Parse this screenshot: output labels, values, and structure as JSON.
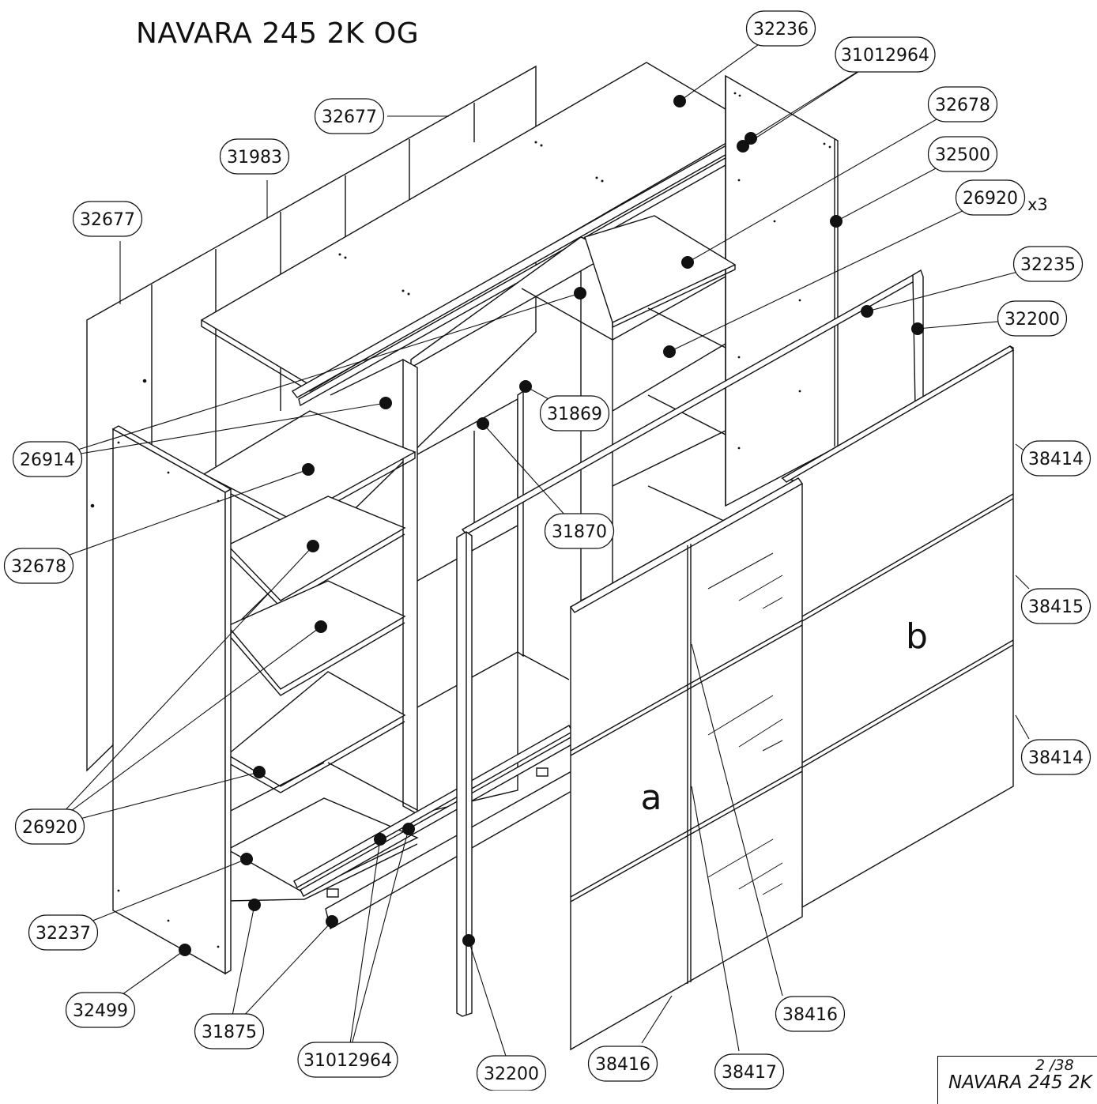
{
  "header": {
    "title": "NAVARA 245 2K OG"
  },
  "footer": {
    "page": "2 /38",
    "doc_title": "NAVARA 245 2K"
  },
  "door_labels": {
    "a": "a",
    "b": "b"
  },
  "part_callouts": [
    "32236",
    "31012964",
    "32677",
    "32678",
    "31983",
    "32500",
    "26920",
    "x3",
    "32677",
    "32235",
    "32200",
    "26914",
    "31869",
    "38414",
    "32678",
    "31870",
    "38415",
    "26920",
    "38414",
    "32237",
    "32499",
    "31875",
    "31012964",
    "32200",
    "38416",
    "38417",
    "38416"
  ]
}
